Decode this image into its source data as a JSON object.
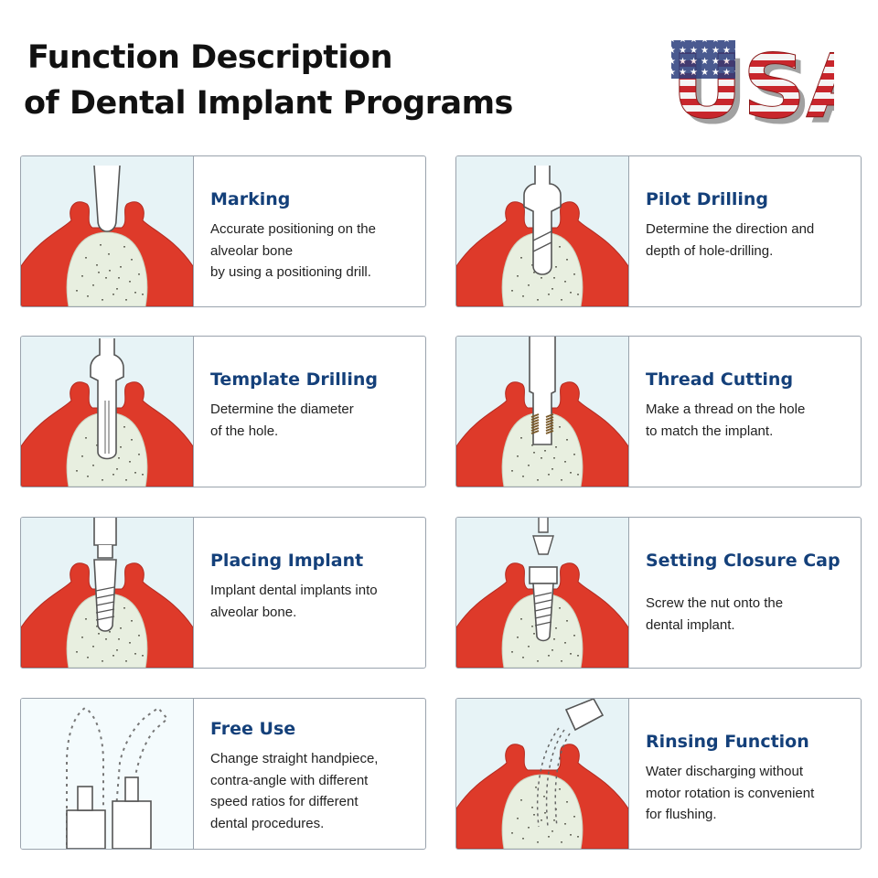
{
  "header": {
    "title_line1": "Function Description",
    "title_line2": "of Dental Implant Programs",
    "logo_text": "USA"
  },
  "colors": {
    "heading": "#14407a",
    "gum": "#de3a2a",
    "bone": "#e8efe0",
    "panel_bg": "#e7f3f6"
  },
  "programs": [
    {
      "title": "Marking",
      "lines": [
        "Accurate positioning on the",
        "alveolar bone",
        "by using a positioning drill."
      ]
    },
    {
      "title": "Pilot Drilling",
      "lines": [
        "Determine the direction and",
        "depth of hole-drilling."
      ]
    },
    {
      "title": "Template Drilling",
      "lines": [
        "Determine the diameter",
        "of the hole."
      ]
    },
    {
      "title": "Thread Cutting",
      "lines": [
        "Make a thread on the hole",
        "to match the implant."
      ]
    },
    {
      "title": "Placing Implant",
      "lines": [
        "Implant dental implants into",
        "alveolar bone."
      ]
    },
    {
      "title": "Setting Closure Cap",
      "lines": [
        "Screw the nut onto the",
        "dental implant."
      ]
    },
    {
      "title": "Free Use",
      "lines": [
        "Change straight handpiece,",
        "contra-angle with different",
        "speed ratios for different",
        "dental procedures."
      ]
    },
    {
      "title": "Rinsing Function",
      "lines": [
        "Water discharging without",
        "motor rotation is convenient",
        "for flushing."
      ]
    }
  ]
}
